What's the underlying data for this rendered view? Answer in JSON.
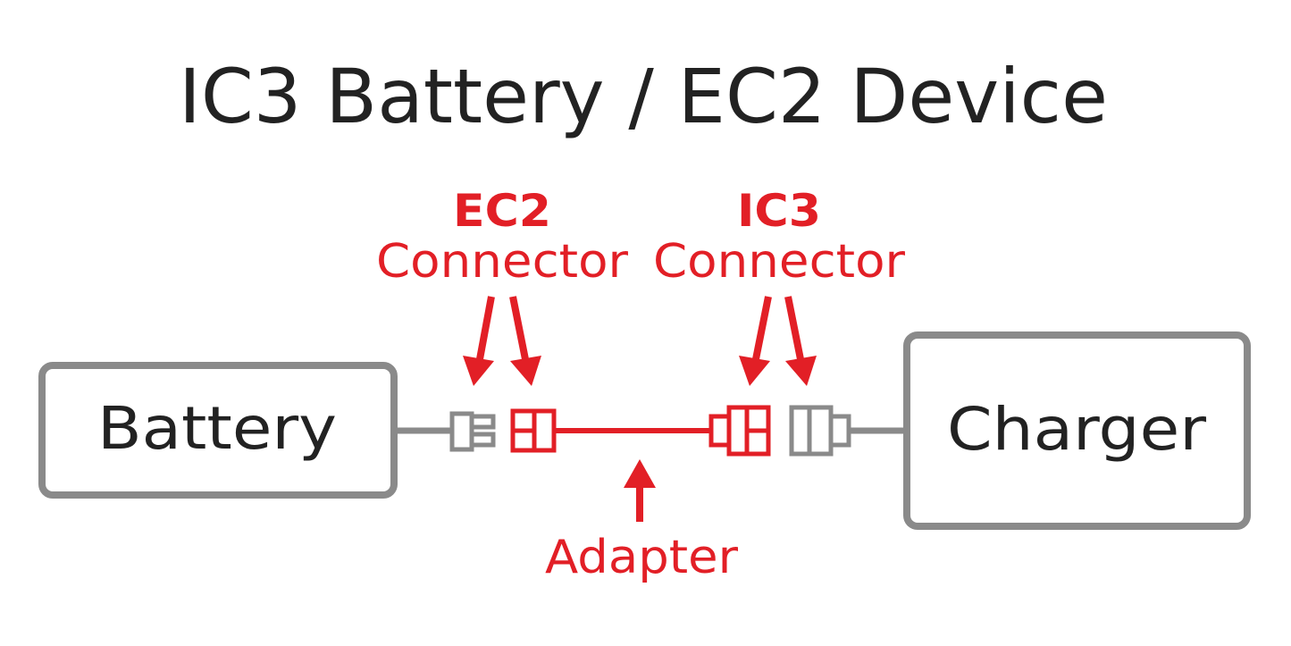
{
  "title": "IC3 Battery / EC2 Device",
  "boxes": {
    "battery": "Battery",
    "charger": "Charger"
  },
  "labels": {
    "ec2_name": "EC2",
    "ec2_sub": "Connector",
    "ic3_name": "IC3",
    "ic3_sub": "Connector",
    "adapter": "Adapter"
  },
  "colors": {
    "accent": "#e21f26",
    "gray": "#8a8a8a",
    "text": "#222222"
  }
}
